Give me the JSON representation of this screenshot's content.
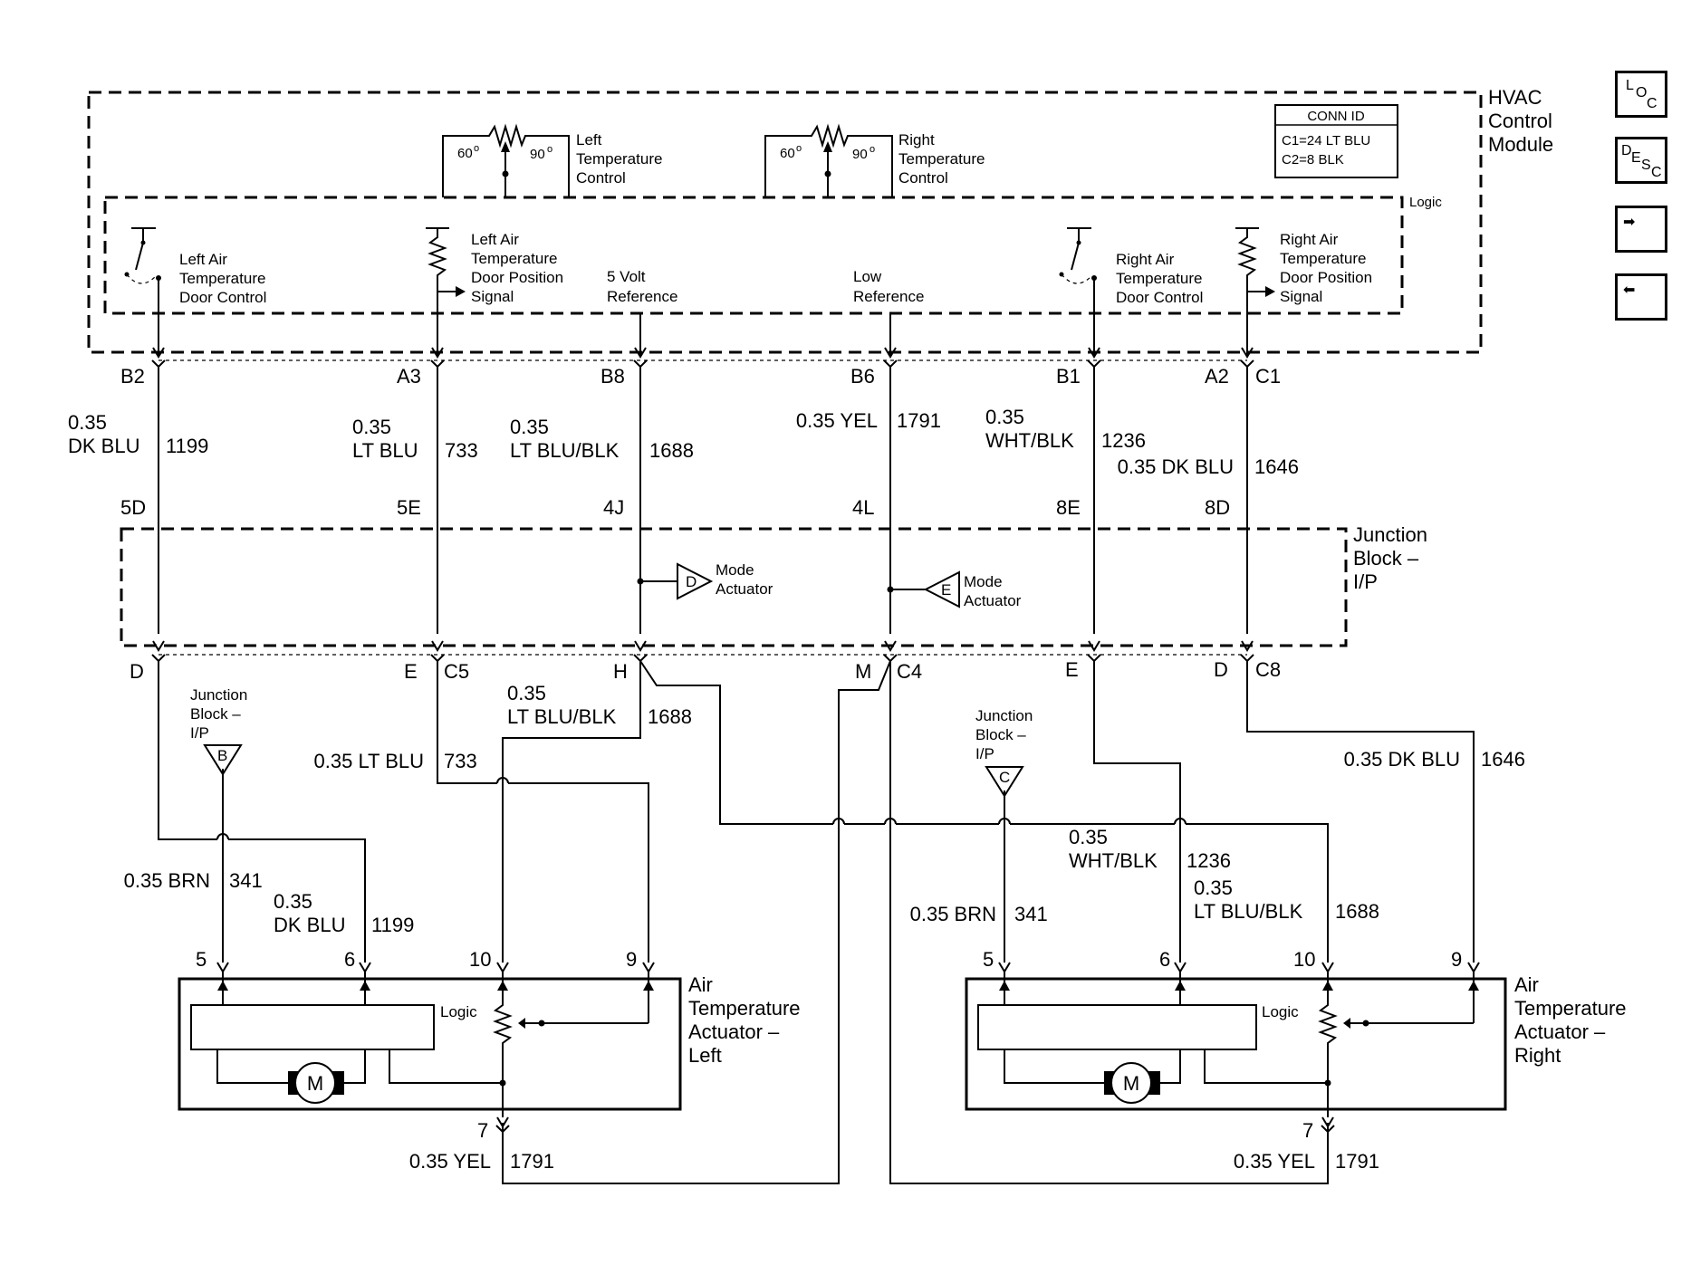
{
  "modules": {
    "hvac": "HVAC Control Module",
    "hvac_lines": [
      "HVAC",
      "Control",
      "Module"
    ],
    "junction": [
      "Junction",
      "Block –",
      "I/P"
    ],
    "actuator_left": [
      "Air",
      "Temperature",
      "Actuator –",
      "Left"
    ],
    "actuator_right": [
      "Air",
      "Temperature",
      "Actuator –",
      "Right"
    ]
  },
  "conn_id": {
    "title": "CONN ID",
    "c1": "C1=24 LT BLU",
    "c2": "C2=8 BLK"
  },
  "logic_label": "Logic",
  "temp_controls": {
    "left": [
      "Left",
      "Temperature",
      "Control"
    ],
    "right": [
      "Right",
      "Temperature",
      "Control"
    ],
    "low": "60",
    "high": "90",
    "deg": "o"
  },
  "internal_labels": {
    "left_door_control": [
      "Left Air",
      "Temperature",
      "Door Control"
    ],
    "left_door_position": [
      "Left Air",
      "Temperature",
      "Door Position",
      "Signal"
    ],
    "five_volt": [
      "5 Volt",
      "Reference"
    ],
    "low_ref": [
      "Low",
      "Reference"
    ],
    "right_door_control": [
      "Right Air",
      "Temperature",
      "Door Control"
    ],
    "right_door_position": [
      "Right Air",
      "Temperature",
      "Door Position",
      "Signal"
    ]
  },
  "hvac_pins": {
    "b2": "B2",
    "a3": "A3",
    "b8": "B8",
    "b6": "B6",
    "b1": "B1",
    "a2": "A2",
    "c1": "C1"
  },
  "upper_wires": {
    "w1": {
      "size": "0.35",
      "color": "DK BLU",
      "circuit": "1199"
    },
    "w2": {
      "size": "0.35",
      "color": "LT BLU",
      "circuit": "733"
    },
    "w3": {
      "size": "0.35",
      "color": "LT BLU/BLK",
      "circuit": "1688"
    },
    "w4": {
      "label": "0.35 YEL",
      "circuit": "1791"
    },
    "w5": {
      "size": "0.35",
      "color": "WHT/BLK",
      "circuit": "1236"
    },
    "w6": {
      "label": "0.35 DK BLU",
      "circuit": "1646"
    }
  },
  "jb_top_pins": {
    "p1": "5D",
    "p2": "5E",
    "p3": "4J",
    "p4": "4L",
    "p5": "8E",
    "p6": "8D"
  },
  "mode_actuator": {
    "d": "D",
    "e": "E",
    "label": [
      "Mode",
      "Actuator"
    ]
  },
  "jb_bottom_pins": {
    "d": "D",
    "e": "E",
    "c5": "C5",
    "h": "H",
    "m": "M",
    "c4": "C4",
    "e2": "E",
    "d2": "D",
    "c8": "C8"
  },
  "ground_refs": {
    "label": [
      "Junction",
      "Block –",
      "I/P"
    ],
    "b": "B",
    "c": "C"
  },
  "lower_wires": {
    "lt_blu_blk": {
      "size": "0.35",
      "color": "LT BLU/BLK",
      "circuit": "1688"
    },
    "lt_blu": {
      "label": "0.35 LT BLU",
      "circuit": "733"
    },
    "dk_blu_r": {
      "label": "0.35 DK BLU",
      "circuit": "1646"
    },
    "brn_l": {
      "label": "0.35 BRN",
      "circuit": "341"
    },
    "dk_blu_l": {
      "size": "0.35",
      "color": "DK BLU",
      "circuit": "1199"
    },
    "brn_r": {
      "label": "0.35 BRN",
      "circuit": "341"
    },
    "wht_blk_r": {
      "size": "0.35",
      "color": "WHT/BLK",
      "circuit": "1236"
    },
    "lt_blu_blk_r": {
      "size": "0.35",
      "color": "LT BLU/BLK",
      "circuit": "1688"
    },
    "yel_l": {
      "label": "0.35 YEL",
      "circuit": "1791"
    },
    "yel_r": {
      "label": "0.35 YEL",
      "circuit": "1791"
    }
  },
  "actuator_pins": {
    "p5": "5",
    "p6": "6",
    "p10": "10",
    "p9": "9",
    "p7": "7"
  },
  "motor": "M",
  "nav": {
    "loc": [
      "L",
      "O",
      "C"
    ],
    "desc": [
      "D",
      "E",
      "S",
      "C"
    ],
    "forward": "➡",
    "back": "⬅"
  }
}
